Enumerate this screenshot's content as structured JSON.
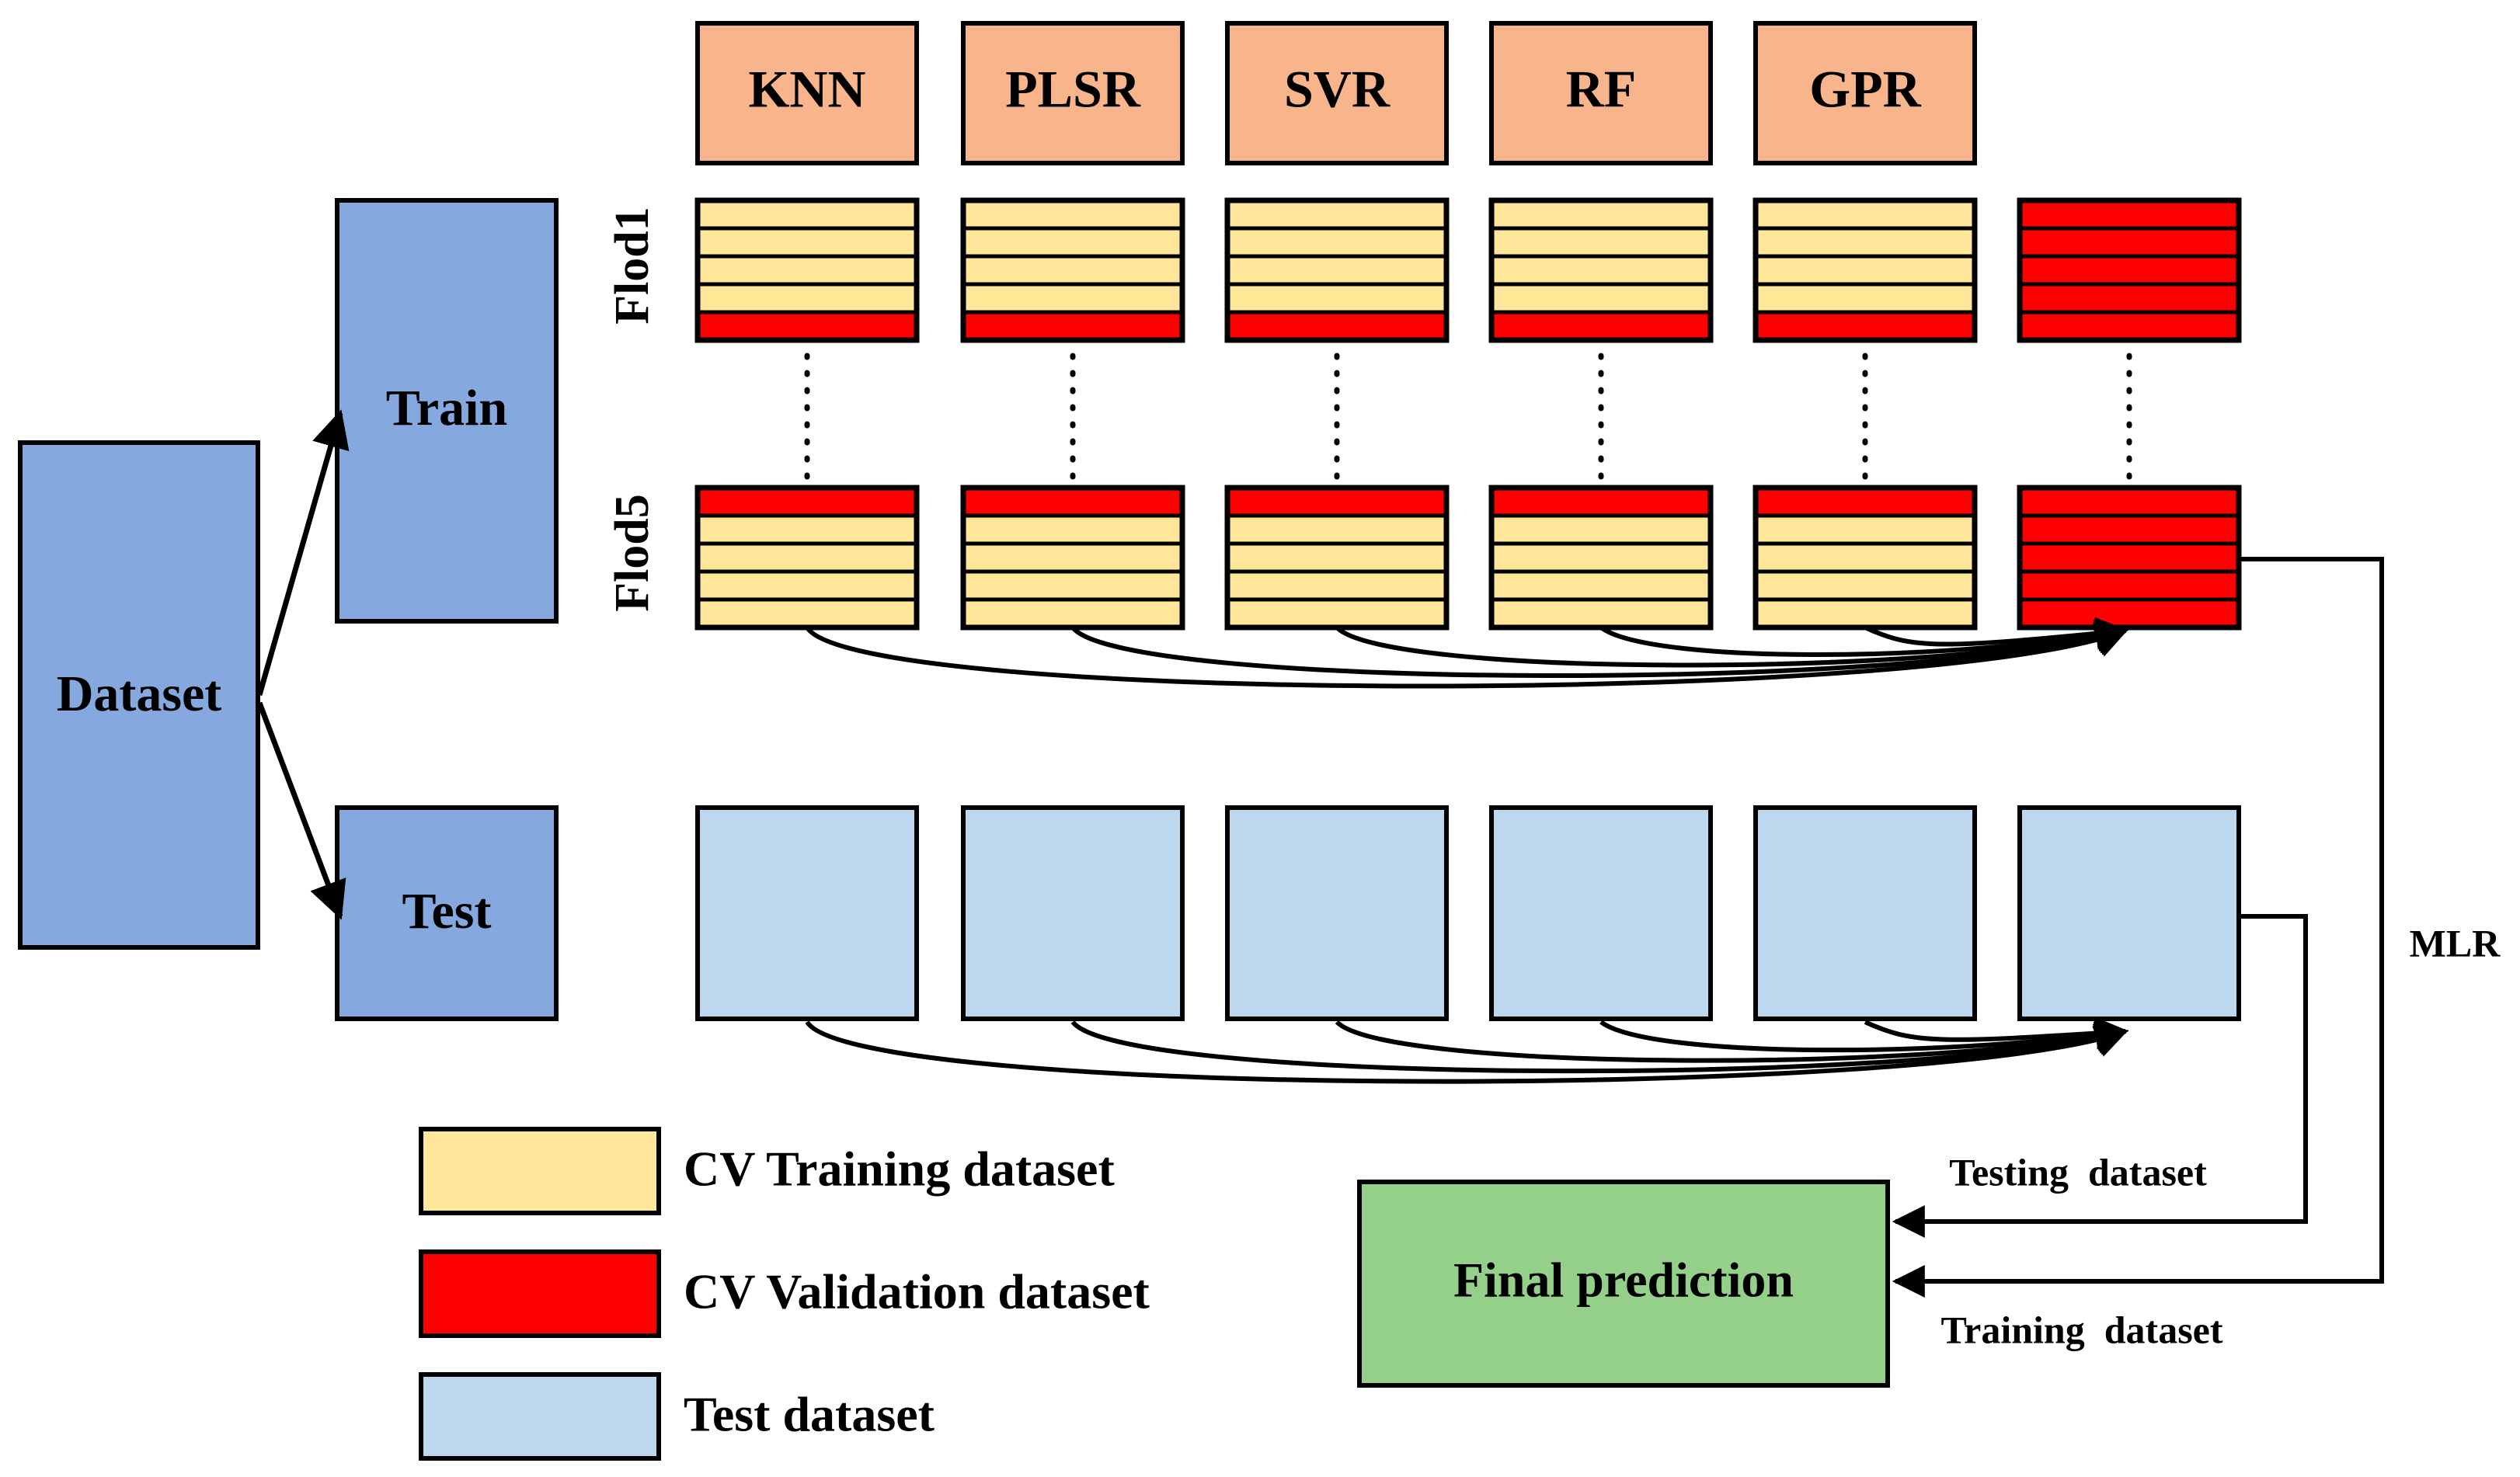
{
  "nodes": {
    "dataset": "Dataset",
    "train": "Train",
    "test": "Test",
    "final_prediction": "Final prediction"
  },
  "models": [
    "KNN",
    "PLSR",
    "SVR",
    "RF",
    "GPR"
  ],
  "folds": {
    "first": "Flod1",
    "last": "Flod5"
  },
  "edges": {
    "mlr": "MLR",
    "testing_dataset": "Testing  dataset",
    "training_dataset": "Training  dataset"
  },
  "legend": [
    {
      "label": "CV Training dataset",
      "color": "#FFE699"
    },
    {
      "label": "CV Validation dataset",
      "color": "#FF0000"
    },
    {
      "label": "Test dataset",
      "color": "#BDD7EE"
    }
  ],
  "colors": {
    "dataset_box": "#85A9DE",
    "model_box": "#F8B48A",
    "training_stripe": "#FFE699",
    "validation_stripe": "#FF0000",
    "test_box": "#BDD7EE",
    "final_box": "#95D08A"
  }
}
